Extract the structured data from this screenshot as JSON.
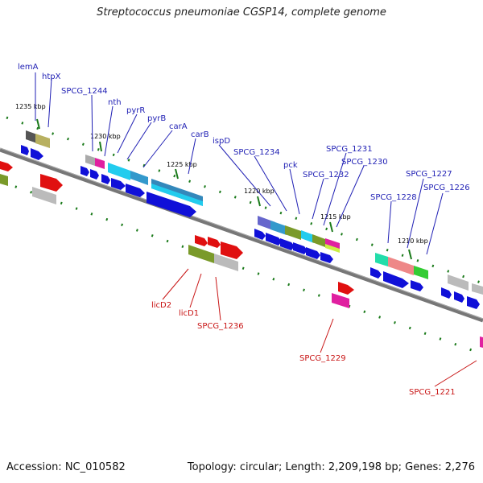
{
  "title": "Streptococcus pneumoniae CGSP14, complete genome",
  "footer": {
    "accession": "Accession: NC_010582",
    "topology": "Topology: circular; Length: 2,209,198 bp; Genes: 2,276"
  },
  "colors": {
    "upper_label": "#1f1fb4",
    "lower_label": "#c81414",
    "backbone": "#777777",
    "tick": "#1a7a1a",
    "cds_blue": "#1010d8",
    "red": "#e01010",
    "cyan": "#22ccee",
    "olive": "#7a9a2a",
    "magenta": "#e020a0",
    "grey": "#bbbbbb"
  },
  "ticks": [
    "1235 kbp",
    "1230 kbp",
    "1225 kbp",
    "1220 kbp",
    "1215 kbp",
    "1210 kbp"
  ],
  "upper_labels": [
    "lemA",
    "htpX",
    "SPCG_1244",
    "nth",
    "pyrR",
    "pyrB",
    "carA",
    "carB",
    "ispD",
    "SPCG_1234",
    "pck",
    "SPCG_1232",
    "SPCG_1231",
    "SPCG_1230",
    "SPCG_1228",
    "SPCG_1227",
    "SPCG_1226"
  ],
  "lower_labels": [
    "licD2",
    "licD1",
    "SPCG_1236",
    "SPCG_1229",
    "SPCG_1221"
  ]
}
